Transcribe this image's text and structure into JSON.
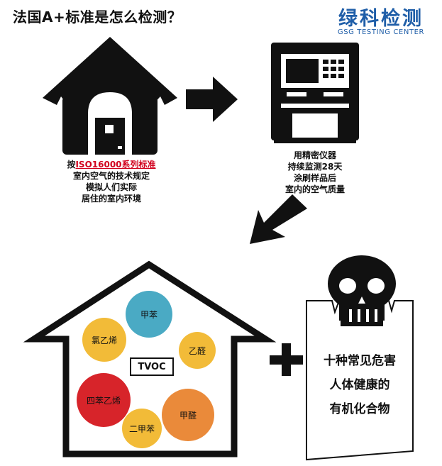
{
  "header": {
    "title": "法国A+标准是怎么检测？",
    "brand_cn": "绿科检测",
    "brand_en": "GSG TESTING CENTER"
  },
  "step1": {
    "prefix": "按",
    "highlight": "ISO16000系列标准",
    "lines": [
      "室内空气的技术规定",
      "模拟人们实际",
      "居住的室内环境"
    ]
  },
  "step2": {
    "lines": [
      "用精密仪器",
      "持续监测28天",
      "涂刷样品后",
      "室内的空气质量"
    ]
  },
  "house": {
    "center_label": "TVOC",
    "compounds": [
      {
        "name": "甲苯",
        "color": "#4aaac4"
      },
      {
        "name": "氯乙烯",
        "color": "#f2bb38"
      },
      {
        "name": "乙醛",
        "color": "#f2bb38"
      },
      {
        "name": "四苯乙烯",
        "color": "#d7242a"
      },
      {
        "name": "二甲苯",
        "color": "#f2bb38"
      },
      {
        "name": "甲醛",
        "color": "#ea8a3a"
      }
    ]
  },
  "warning": {
    "lines": [
      "十种常见危害",
      "人体健康的",
      "有机化合物"
    ]
  },
  "colors": {
    "brand": "#1f5ea8",
    "highlight": "#d1001c",
    "ink": "#111111"
  }
}
